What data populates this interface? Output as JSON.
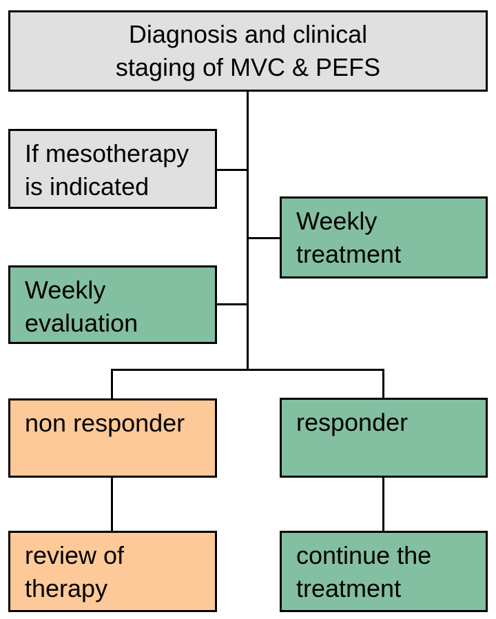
{
  "colors": {
    "background": "#ffffff",
    "box_gray": "#e0e0e0",
    "box_green": "#83bfa1",
    "box_orange": "#fdc998",
    "line": "#000000",
    "text": "#000000"
  },
  "flowchart": {
    "nodes": {
      "diagnosis": {
        "label": "Diagnosis and clinical\nstaging of MVC & PEFS",
        "fill": "gray"
      },
      "mesotherapy": {
        "label": "If mesotherapy\nis indicated",
        "fill": "gray"
      },
      "weekly_treatment": {
        "label": "Weekly\ntreatment",
        "fill": "green"
      },
      "weekly_evaluation": {
        "label": "Weekly\nevaluation",
        "fill": "green"
      },
      "non_responder": {
        "label": "non responder",
        "fill": "orange"
      },
      "responder": {
        "label": "responder",
        "fill": "green"
      },
      "review_of_therapy": {
        "label": "review of\ntherapy",
        "fill": "orange"
      },
      "continue_treatment": {
        "label": "continue the\ntreatment",
        "fill": "green"
      }
    },
    "edges": [
      {
        "from": "diagnosis",
        "to": "mesotherapy"
      },
      {
        "from": "diagnosis",
        "to": "weekly_treatment"
      },
      {
        "from": "diagnosis",
        "to": "weekly_evaluation"
      },
      {
        "from": "weekly_evaluation",
        "to": "non_responder"
      },
      {
        "from": "weekly_evaluation",
        "to": "responder"
      },
      {
        "from": "non_responder",
        "to": "review_of_therapy"
      },
      {
        "from": "responder",
        "to": "continue_treatment"
      }
    ]
  }
}
